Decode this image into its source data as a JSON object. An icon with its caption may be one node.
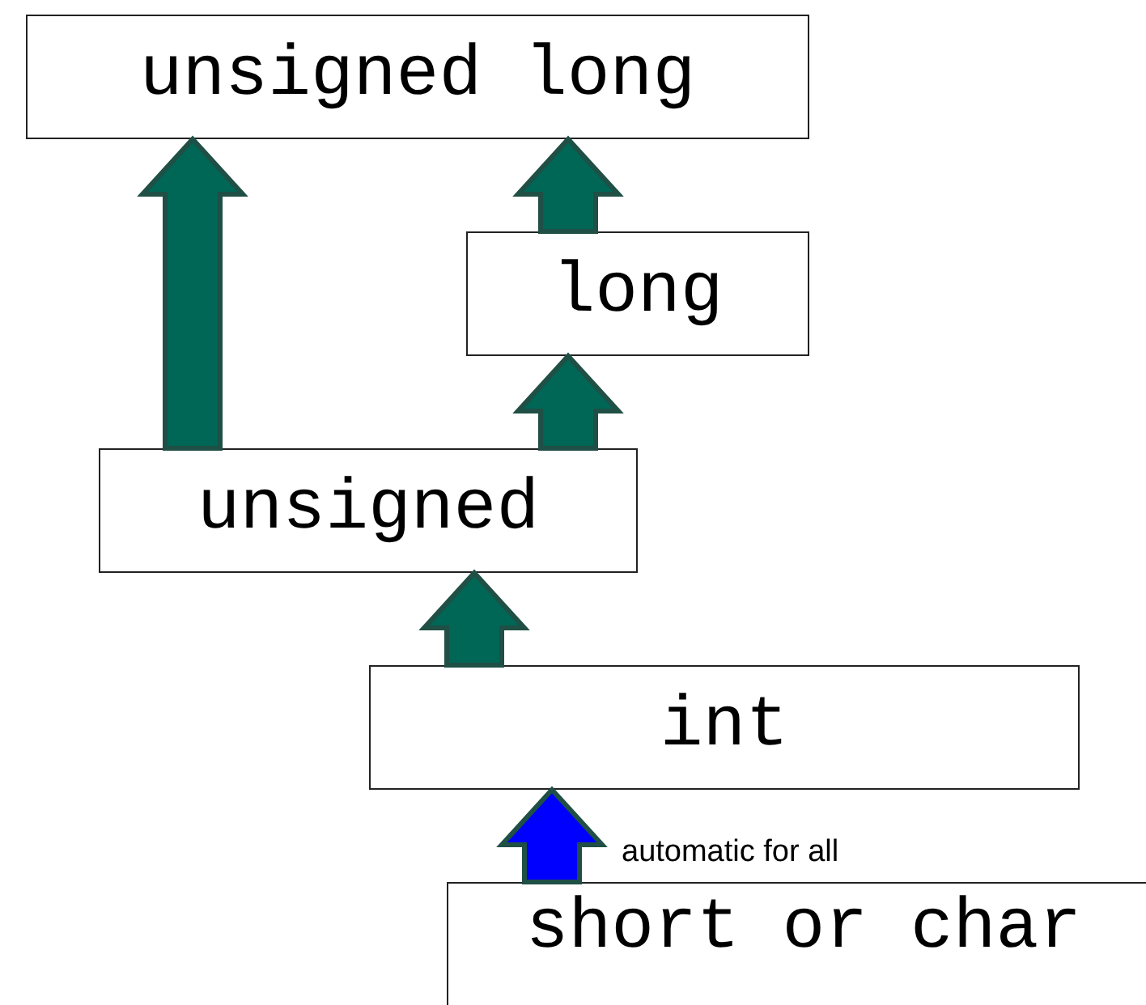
{
  "diagram": {
    "nodes": [
      {
        "text": [
          "unsigned long"
        ]
      },
      {
        "text": [
          "long"
        ]
      },
      {
        "text": [
          "unsigned"
        ]
      },
      {
        "text": [
          "int"
        ]
      },
      {
        "text": [
          "short or char"
        ]
      }
    ],
    "edges": [
      {
        "from": 1,
        "to": 0,
        "arrow": "to"
      },
      {
        "from": 2,
        "to": 0,
        "arrow": "to"
      },
      {
        "from": 2,
        "to": 1,
        "arrow": "to"
      },
      {
        "from": 3,
        "to": 2,
        "arrow": "to"
      },
      {
        "from": 4,
        "to": 3,
        "arrow": "to",
        "label": "automatic for all",
        "color": "#0000ff"
      }
    ]
  }
}
